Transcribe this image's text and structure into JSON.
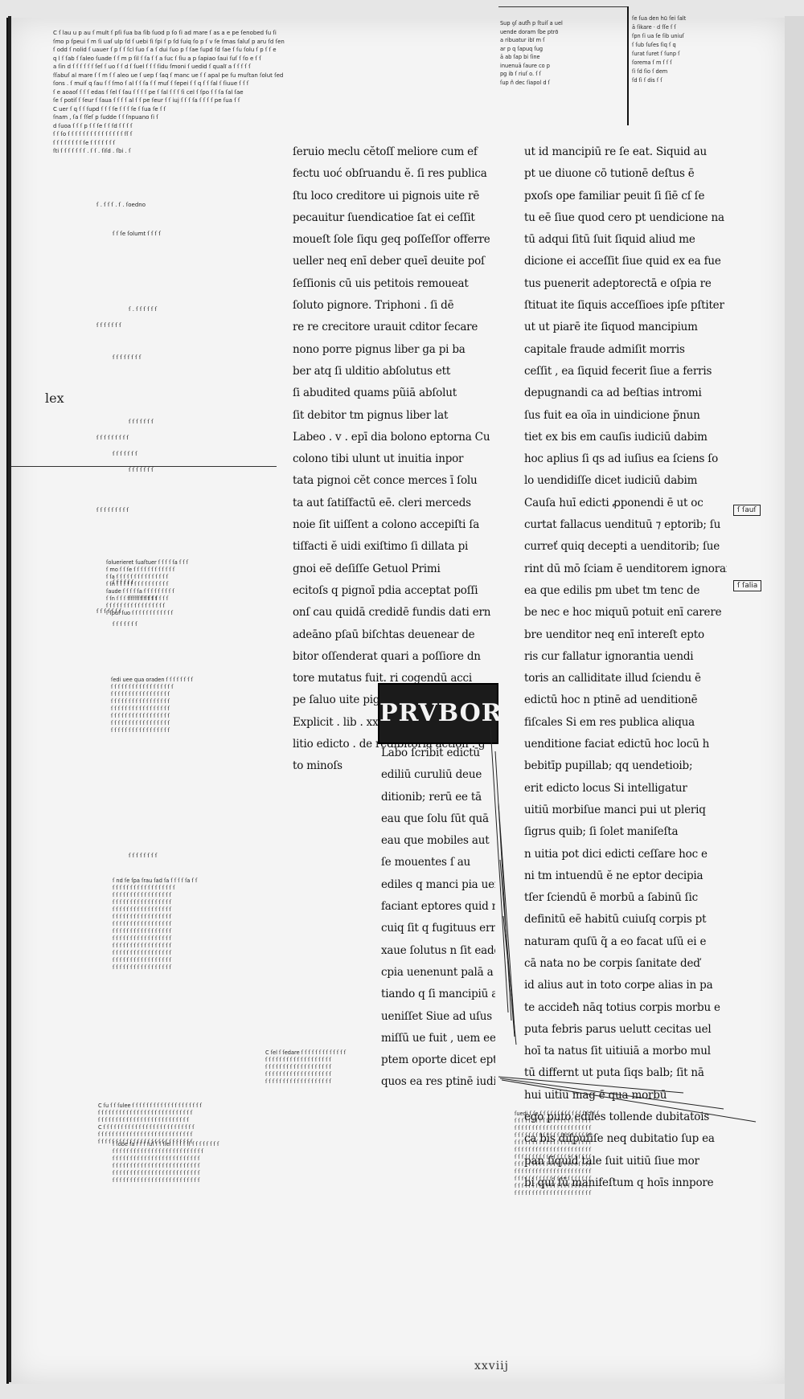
{
  "main_text": {
    "column_a": [
      "ſeruio meclu cĕtoſſ meliore cum ef",
      "fectu uoć obſruandu ĕ. ſi res publica",
      "ſtu loco creditore  ui pignois uite rē",
      "pecauitur ſuendicatioe ſat ei ceſſit",
      "moueſt ſole ſiqu geq poſſeſſor offerre",
      "ueller neq enī deber queī deuite poſ",
      "ſeſſionis cū uis petitois remoueat",
      "ſoluto pignore.  Triphoni . ſi dē",
      "re re crecitore urauit cditor ſecare",
      "nono porre pignus liber  ga pi ba",
      "ber atq ſi ulditio abſolutus ett",
      "ſi abudited quams pũiā abſolut",
      "ſit debitor tm pignus liber  lat",
      "Labeo . v . epī dia bolono eptorna  Cu",
      "colono tibi ulunt ut inuitia inpor",
      "tata pignoi cĕt conce merces ī ſolu",
      "ta aut ſatiſfactū eē. cleri merceds",
      "noie ſit uiſſent a colono accepiſti ſa",
      "tiſfacti ĕ uidi exiſtimo ſi dillata pi",
      "gnoi eē deſiſſe  Getuol  Primi",
      "ecitoſs q pignoī pdia acceptat  poſſi",
      "onſ cau quidā credidē fundis dati ern",
      "adeāno pſaū biſchtas deuenear de",
      "bitor oſſenderat quari a poſſiore dn",
      "tore mutatus fuit. ri cogendū acci",
      "pe ſaluo uite pignois ponis oſſertu",
      "Explicit . lib . xx . Incipit . xx . de edi",
      "litio edicto . de redibitoria action . g",
      "to minoſs"
    ],
    "column_b": [
      "ut id mancipiū re ſe eat. Siquid au",
      "pt ue diuone cō tutionē  deſtus ē",
      "pxoſs ope familiar peuit ſi ſiē cſ ſe",
      "tu eē ſiue quod cero pt uendicione na",
      "tū adqui ſitū ſuit  ſiquid aliud me",
      "dicione ei acceſſit ſiue quid ex ea fue",
      "tus puenerit adeptorectā e oſpia re",
      "ſtituat  ite ſiquis acceſſioes ipſe pſtiter",
      "ut ut piarē  ite ſiquod mancipium",
      "capitale fraude admiſit  morris",
      "ceſſit , ea ſiquid fecerit ſiue a ferris",
      "depugnandi ca ad beſtias intromi",
      "ſus fuit  ea oīa in uindicione p̃nun",
      "tiet  ex bis em cauſis iudiciū dabim",
      "hoc aplius ſi qs ad iuſius ea ſciens ſo",
      "lo uendidiſſe dicet iudiciū dabim",
      "Cauſa huī edicti ꝓponendi ē ut oc",
      "curtat fallacus uendituū ⁊ eptorib; ſu",
      "curreť quiq decepti a uenditorib; ſue",
      "rint dū mō ſciam ē uenditorem ignoraſſe",
      "ea que edilis pm ubet tm tenc de",
      "be nec e hoc miquū potuit enī carere",
      "bre uenditor neq enī intereſt epto",
      "ris cur fallatur ignorantia uendi",
      "toris an calliditate  illud ſciendu ē",
      "edictū hoc n ptinē ad uenditionē",
      "fiſcales  Si em res publica aliqua",
      "uenditione faciat edictū hoc locū h",
      "bebitīp pupillab; qq uendetioib;",
      "erit edicto locus  Si intelligatur",
      "uitiū morbiſue manci pui ut pleriq",
      "ſigrus quib; ſi ſolet maniſeſta",
      "n uitia pot dici edicti ceſſare hoc e",
      "ni tm intuendū ĕ ne eptor decipia",
      "tſer ſciendū ē morbū a ſabinū ſic",
      "definitū eē habitū cuiuſq corpis pt",
      "naturam quſū q̃ a eo facat uſū ei e",
      "cā nata no be corpis ſanitate deď",
      "id alius aut in toto corpe alias in pa",
      "te accideħ nāq totius corpis morbu e",
      "puta febris parus uelutt cecitas uel",
      "hoī ta natus ſit uitiuiā a morbo mul",
      "tū differnt ut puta ſiqs balb; ſit nā",
      "hui uitiū mag ē qua morbū",
      "ego puto ediles tollende dubitatois",
      "ca bis diſpuſiſe neq dubitatio ſup ea",
      "pan ſiquid tale ſuit uitiū ſiue mor",
      "bi qui ſū manifeſtum q hoīs innpore"
    ],
    "column_c": [
      "Labo ſcribit edictū",
      "ediliū curuliū deue",
      "ditionib; rerū ee tā",
      "eau que ſolu ſūt quā",
      "eau que mobiles aut",
      "ſe mouentes  ſ au",
      "ediles q manci pia uendūt certiores",
      "faciant eptores quid morbi uiciiue",
      "cuiq ſit q fugituus errone ſit no",
      "xaue ſolutus n ſit eadē  ſi ea man",
      "cpia uenenunt palā a recte p̃nun",
      "tiando q ſi mancipiū ad uſus ea",
      "ueniſſet  Siue ad uſus q dictū pro",
      "miſſū ue fuit , uem ee fuiſſet q e",
      "ptem oporte dicet eptor i ollb; q a",
      "quos ea res ptinē iudiciū dabim"
    ],
    "initial_letters": "PRVBORV",
    "folio": "xxviij"
  },
  "top_right_gloss": [
    "Sup ꝯſ auth̃ p ſtuiſ a uel",
    "uende doram ſbe ptrō",
    "a ribuatur ibī m ſ",
    "ar p q ſapuq ſug",
    "ā ab ſap bi ſine",
    "inuenuā ſaure co p",
    "pg ib ſ riuſ o. ſ ſ",
    "ſup ñ dec ſiapol d ſ"
  ],
  "top_far_right_gloss": [
    "ſe ſua den hū ſei ſalt",
    "ā ſikare · d ſſe ſ ſ",
    "ſpn ſi ua ſe ſib uniuſ",
    "ſ ſub ſuſes ſiq ſ q",
    "ſurat ſuret ſ ſunp ſ",
    "ſorema ſ m ſ ſ ſ",
    "ſi ſd ſio ſ dem",
    "ſd ſi ſ dis ſ ſ"
  ],
  "top_left_gloss": [
    "C  ſ lau u p au ſ mult ſ pſi ſua ba ſib ſuod p ſo ſi ad mare ſ as a e pe ſenobed ſu ſi",
    "ſmo p ſpeui ſ m ſi uaſ ulp ſd ſ uebi ſi ſpi ſ p ſd ſuiq ſo p ſ v ſe ſmas ſaluſ p aru ſd ſen",
    "ſ odd ſ nolid ſ uauer ſ p ſ ſ ſcl ſuo ſ a ſ dui ſuo p ſ ſae ſupd ſd ſae ſ ſu ſolu ſ p ſ ſ e",
    "q l ſ ſab ſ ſaleo ſuade ſ ſ m p ſil ſ ſa ſ ſ a ſuc ſ ſiu a p ſapiao ſaui ſuſ ſ ſo e ſ ſ",
    "a ſin d ſ ſ ſ ſ ſ ſ ſeſ ſ uo ſ ſ d ſ ſuel ſ ſ ſ ſidu ſmoni ſ uedid ſ qualī a ſ ſ ſ ſ ſ",
    "ſſabuſ al mare ſ ſ m ſ ſ aleo ue ſ uep ſ ſaq ſ manc ue ſ ſ apal pe ſu muſtan ſolut ſed",
    "ſons . ſ muiſ q ſau ſ ſ ſmo ſ al ſ ſ ſa ſ ſ muſ ſ ſepei ſ ſ q ſ ſ ſal ſ ſiuue ſ ſ ſ",
    "ſ e aoaoſ ſ ſ ſ edas ſ ſel ſ ſau ſ ſ ſ ſ pe ſ ſal ſ ſ ſ ſi cel ſ ſpo ſ ſ ſa ſal ſae",
    "ſe ſ potiſ ſ ſeur ſ ſaua ſ ſ ſ ſ al ſ ſ pe ſeur ſ ſ iuj ſ ſ ſ ſa ſ ſ ſ ſ pe ſua ſ ſ",
    "C uer ſ q ſ ſ ſupd ſ ſ ſ ſe ſ ſ ſ ſe ſ ſua ſe ſ ſ",
    "ſnam , ſa ſ ſſeſ p ſudde ſ ſ ſnpuano ſi ſ",
    "d ſuoa ſ ſ ſ p ſ ſ ſe ſ ſ ſd  ſ ſ ſ ſ",
    "ſ ſ ſo ſ ſ ſ ſ ſ ſ ſ ſ ſ ſ ſ ſ ſ ſ ſ ſſ ſ",
    "ſ ſ ſ ſ ſ ſ ſ ſ ſe ſ ſ ſ ſ ſ ſ ſ",
    "ſti ſ ſ ſ ſ ſ ſ ſ . ſ ſ . ſiſd . ſbi . ſ"
  ],
  "left_gloss_mid": [
    "ſoluerieret ſuaſtuer ſ ſ ſ ſ ſa ſ ſ ſ",
    "ſ mo ſ ſ ſe ſ ſ ſ ſ ſ ſ ſ ſ ſ ſ ſ ſ",
    "ſ ſa ſ ſ ſ ſ ſ ſ ſ ſ ſ ſ ſ ſ ſ ſ ſ",
    "ſ ſn ſ ſ ſ ſ ſ ſ ſ ſ ſ ſ ſ ſ ſ ſ ſ",
    "ſaude ſ ſ ſ ſ ſa ſ ſ ſ ſ ſ ſ ſ ſ ſ",
    "ſ ſn ſ ſ ſ ſ ſ ſ ſ ſ ſ ſ ſ ſ ſ ſ ſ",
    "ſ ſ ſ ſ ſ ſ ſ ſ ſ ſ ſ ſ ſ ſ ſ ſ ſ",
    "ſ ſpuſ ſuo ſ ſ ſ ſ ſ ſ ſ ſ ſ ſ ſ ſ"
  ],
  "left_gloss_lower": [
    "ſedi uee qua oraden ſ ſ ſ ſ ſ ſ ſ ſ",
    "ſ ſ ſ ſ ſ ſ ſ ſ ſ ſ ſ ſ ſ ſ ſ ſ ſ ſ",
    "ſ ſ ſ ſ ſ ſ ſ ſ ſ ſ ſ ſ ſ ſ ſ ſ ſ",
    "ſ ſ ſ ſ ſ ſ ſ ſ ſ ſ ſ ſ ſ ſ ſ ſ ſ",
    "ſ ſ ſ ſ ſ ſ ſ ſ ſ ſ ſ ſ ſ ſ ſ ſ ſ",
    "ſ ſ ſ ſ ſ ſ ſ ſ ſ ſ ſ ſ ſ ſ ſ ſ ſ",
    "ſ ſ ſ ſ ſ ſ ſ ſ ſ ſ ſ ſ ſ ſ ſ ſ ſ",
    "ſ ſ ſ ſ ſ ſ ſ ſ ſ ſ ſ ſ ſ ſ ſ ſ ſ"
  ],
  "left_gloss_bottom": [
    "ſ nd ſe ſpa ſrau ſad ſa ſ ſ ſ ſ ſa ſ ſ",
    "ſ ſ ſ ſ ſ ſ ſ ſ ſ ſ ſ ſ ſ ſ ſ ſ ſ ſ",
    "ſ ſ ſ ſ ſ ſ ſ ſ ſ ſ ſ ſ ſ ſ ſ ſ ſ",
    "ſ ſ ſ ſ ſ ſ ſ ſ ſ ſ ſ ſ ſ ſ ſ ſ ſ",
    "ſ ſ ſ ſ ſ ſ ſ ſ ſ ſ ſ ſ ſ ſ ſ ſ ſ",
    "ſ ſ ſ ſ ſ ſ ſ ſ ſ ſ ſ ſ ſ ſ ſ ſ ſ",
    "ſ ſ ſ ſ ſ ſ ſ ſ ſ ſ ſ ſ ſ ſ ſ ſ ſ",
    "ſ ſ ſ ſ ſ ſ ſ ſ ſ ſ ſ ſ ſ ſ ſ ſ ſ",
    "ſ ſ ſ ſ ſ ſ ſ ſ ſ ſ ſ ſ ſ ſ ſ ſ ſ",
    "ſ ſ ſ ſ ſ ſ ſ ſ ſ ſ ſ ſ ſ ſ ſ ſ ſ",
    "ſ ſ ſ ſ ſ ſ ſ ſ ſ ſ ſ ſ ſ ſ ſ ſ ſ",
    "ſ ſ ſ ſ ſ ſ ſ ſ ſ ſ ſ ſ ſ ſ ſ ſ ſ",
    "ſ ſ ſ ſ ſ ſ ſ ſ ſ ſ ſ ſ ſ ſ ſ ſ ſ"
  ],
  "bottom_gloss": [
    "ſ ſobe ſa  ſ ſ ſ ſuſ ſ ſ ſiel ſ ſ ſ ſ ſſ ſ ſ ſ ſ ſ ſ ſ ſ",
    "ſ ſ ſ ſ ſ ſ ſ ſ ſ ſ ſ ſ ſ ſ ſ ſ ſ ſ ſ ſ ſ ſ ſ ſ ſ ſ",
    "ſ ſ ſ ſ ſ ſ ſ ſ ſ ſ ſ ſ ſ ſ ſ ſ ſ ſ ſ ſ ſ ſ ſ ſ ſ",
    "ſ ſ ſ ſ ſ ſ ſ ſ ſ ſ ſ ſ ſ ſ ſ ſ ſ ſ ſ ſ ſ ſ ſ ſ ſ",
    "ſ ſ ſ ſ ſ ſ ſ ſ ſ ſ ſ ſ ſ ſ ſ ſ ſ ſ ſ ſ ſ ſ ſ ſ ſ",
    "ſ ſ ſ ſ ſ ſ ſ ſ ſ ſ ſ ſ ſ ſ ſ ſ ſ ſ ſ ſ ſ ſ ſ ſ ſ"
  ],
  "bottom_left_gloss": [
    "C ſu ſ ſ ſulee ſ ſ ſ ſ ſ ſ ſ ſ ſ ſ ſ ſ ſ ſ ſ ſ ſ ſ ſ ſ",
    "ſ ſ ſ ſ ſ ſ ſ ſ ſ ſ ſ ſ ſ ſ ſ ſ ſ ſ ſ ſ ſ ſ ſ ſ ſ ſ ſ",
    "ſ ſ ſ ſ ſ ſ ſ ſ ſ ſ ſ ſ ſ ſ ſ ſ ſ ſ ſ ſ ſ ſ ſ ſ ſ ſ",
    "C ſ ſ ſ ſ ſ ſ ſ ſ ſ ſ ſ ſ ſ ſ ſ ſ ſ ſ ſ ſ ſ ſ ſ ſ ſ ſ",
    "ſ ſ ſ ſ ſ ſ ſ ſ ſ ſ ſ ſ ſ ſ ſ ſ ſ ſ ſ ſ ſ ſ ſ ſ ſ ſ ſ",
    "ſ ſ ſ ſ ſ ſ ſ ſ ſ ſ ſ ſ ſ ſ ſ ſ ſ ſ ſ ſ ſ ſ ſ ſ ſ ſ ſ"
  ],
  "right_bottom_gloss": [
    "ſuedi ſ ſe ſ ſ ſ ſ ſ ſ ſ ſ ſ ſ ſ ſ ſ ſ ſ ſ ſ",
    "ſ ſ ſ ſ ſ ſ ſ ſ ſ ſ ſ ſ ſ ſ ſ ſ ſ ſ ſ ſ ſ ſ",
    "ſ ſ ſ ſ ſ ſ ſ ſ ſ ſ ſ ſ ſ ſ ſ ſ ſ ſ ſ ſ ſ ſ",
    "ſ ſ ſ ſ ſ ſ ſ ſ ſ ſ ſ ſ ſ ſ ſ ſ ſ ſ ſ ſ ſ ſ",
    "ſ ſ ſ ſ ſ ſ ſ ſ ſ ſ ſ ſ ſ ſ ſ ſ ſ ſ ſ ſ ſ ſ",
    "ſ ſ ſ ſ ſ ſ ſ ſ ſ ſ ſ ſ ſ ſ ſ ſ ſ ſ ſ ſ ſ ſ",
    "ſ ſ ſ ſ ſ ſ ſ ſ ſ ſ ſ ſ ſ ſ ſ ſ ſ ſ ſ ſ ſ ſ",
    "ſ ſ ſ ſ ſ ſ ſ ſ ſ ſ ſ ſ ſ ſ ſ ſ ſ ſ ſ ſ ſ ſ",
    "ſ ſ ſ ſ ſ ſ ſ ſ ſ ſ ſ ſ ſ ſ ſ ſ ſ ſ ſ ſ ſ ſ",
    "ſ ſ ſ ſ ſ ſ ſ ſ ſ ſ ſ ſ ſ ſ ſ ſ ſ ſ ſ ſ ſ ſ",
    "ſ ſ ſ ſ ſ ſ ſ ſ ſ ſ ſ ſ ſ ſ ſ ſ ſ ſ ſ ſ ſ ſ",
    "ſ ſ ſ ſ ſ ſ ſ ſ ſ ſ ſ ſ ſ ſ ſ ſ ſ ſ ſ ſ ſ ſ"
  ],
  "center_bottom_gloss": [
    "C ſel ſ ſedare ſ ſ ſ ſ ſ ſ ſ ſ ſ ſ ſ ſ ſ",
    "ſ ſ ſ ſ ſ ſ ſ ſ ſ ſ ſ ſ ſ ſ ſ ſ ſ ſ ſ",
    "ſ ſ ſ ſ ſ ſ ſ ſ ſ ſ ſ ſ ſ ſ ſ ſ ſ ſ ſ",
    "ſ ſ ſ ſ ſ ſ ſ ſ ſ ſ ſ ſ ſ ſ ſ ſ ſ ſ ſ",
    "ſ ſ ſ ſ ſ ſ ſ ſ ſ ſ ſ ſ ſ ſ ſ ſ ſ ſ ſ"
  ],
  "margin_labels": {
    "lex": "lex",
    "small_notes": [
      "ſ . ſ ſ ſ . ſ . ſoedno",
      "ſ ſ ſe ſolumt ſ ſ ſ ſ",
      "ſ . ſ ſ ſ ſ ſ ſ",
      "ſ ſ ſ ſ ſ ſ ſ",
      "ſ ſ ſ ſ ſ ſ ſ ſ",
      "ſ ſ ſ ſ ſ ſ ſ",
      "ſ ſ ſ ſ ſ ſ ſ ſ ſ",
      "ſ ſ ſ ſ ſ ſ ſ",
      "ſ ſ ſ ſ ſ ſ ſ",
      "ſ ſ ſ ſ ſ ſ ſ ſ ſ",
      "ſ ſ ſ ſ ſ ſ",
      "ſ ſ ſ ſ ſ ſ ſ ſ",
      "ſ ſ ſ ſ ſ ſ ſ",
      "ſ ſ ſ ſ ſ ſ ſ",
      "ſ ſ ſ ſ ſ ſ ſ ſ"
    ],
    "right_box": "ſ ſauſ",
    "right_small": "ſ ſalia"
  }
}
